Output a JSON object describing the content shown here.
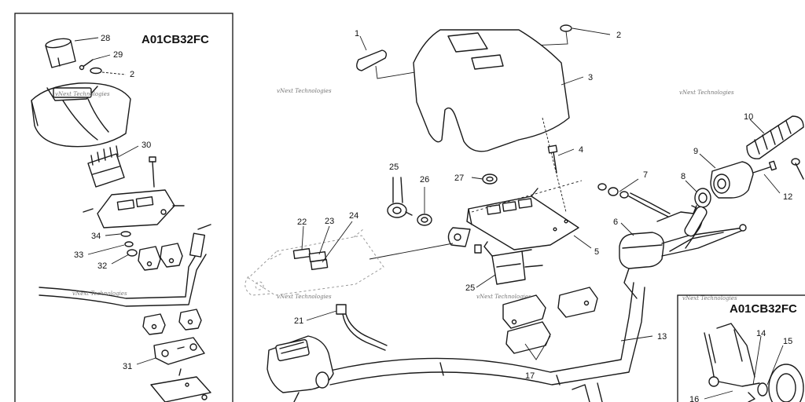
{
  "diagram": {
    "left_panel_code": "A01CB32FC",
    "inset_panel_code": "A01CB32FC",
    "watermark_text": "vNext Technologies",
    "callouts": {
      "c1": "1",
      "c2a": "2",
      "c2b": "2",
      "c3": "3",
      "c4": "4",
      "c5": "5",
      "c6": "6",
      "c7": "7",
      "c8": "8",
      "c9": "9",
      "c10": "10",
      "c12": "12",
      "c13": "13",
      "c14": "14",
      "c15": "15",
      "c16": "16",
      "c17": "17",
      "c21": "21",
      "c22": "22",
      "c23": "23",
      "c24": "24",
      "c25a": "25",
      "c25b": "25",
      "c26": "26",
      "c27": "27",
      "c28": "28",
      "c29": "29",
      "c30": "30",
      "c31": "31",
      "c32": "32",
      "c33": "33",
      "c34": "34"
    }
  }
}
